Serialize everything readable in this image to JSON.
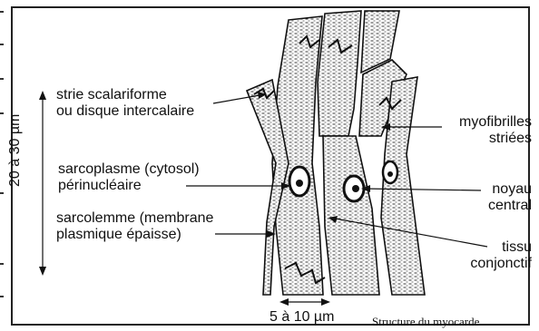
{
  "labels": {
    "stria": [
      "strie scalariforme",
      "ou disque intercalaire"
    ],
    "sarcoplasm": [
      "sarcoplasme (cytosol)",
      "périnucléaire"
    ],
    "sarcolemma": [
      "sarcolemme (membrane",
      "plasmique épaisse)"
    ],
    "myofibrils": [
      "myofibrilles",
      "striées"
    ],
    "nucleus": [
      "noyau",
      "central"
    ],
    "tissue": [
      "tissu",
      "conjonctif"
    ]
  },
  "scales": {
    "vertical": "20 à 30 µm",
    "horizontal": "5 à 10 µm"
  },
  "caption": "Structure du myocarde",
  "colors": {
    "ink": "#111111",
    "frame": "#222222",
    "background": "#ffffff"
  }
}
